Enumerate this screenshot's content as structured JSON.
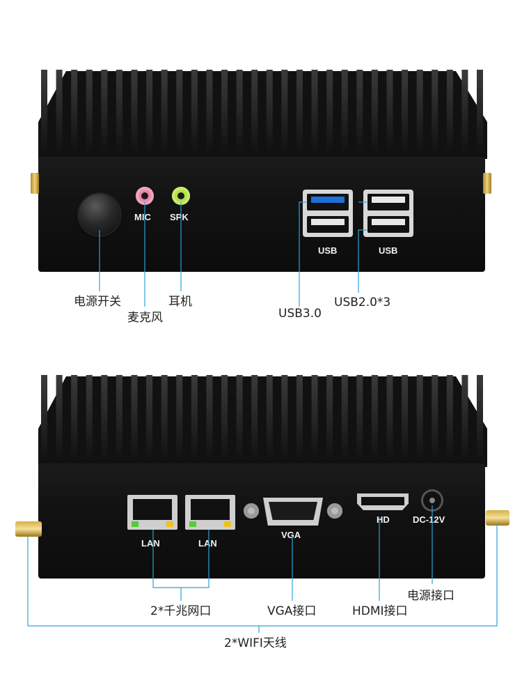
{
  "front": {
    "ports": {
      "mic": "MIC",
      "spk": "SPK",
      "usb_left": "USB",
      "usb_right": "USB"
    },
    "callouts": {
      "power": "电源开关",
      "mic": "麦克风",
      "headphone": "耳机",
      "usb3": "USB3.0",
      "usb2": "USB2.0*3"
    }
  },
  "back": {
    "ports": {
      "lan1": "LAN",
      "lan2": "LAN",
      "vga": "VGA",
      "hd": "HD",
      "dc": "DC-12V"
    },
    "callouts": {
      "lan": "2*千兆网口",
      "vga": "VGA接口",
      "hdmi": "HDMI接口",
      "power": "电源接口",
      "wifi": "2*WIFI天线"
    }
  },
  "colors": {
    "callout_line": "#2aa3d8",
    "mic_jack": "#e88aa8",
    "spk_jack": "#b6e04a",
    "usb3_blue": "#1f6fd8"
  }
}
